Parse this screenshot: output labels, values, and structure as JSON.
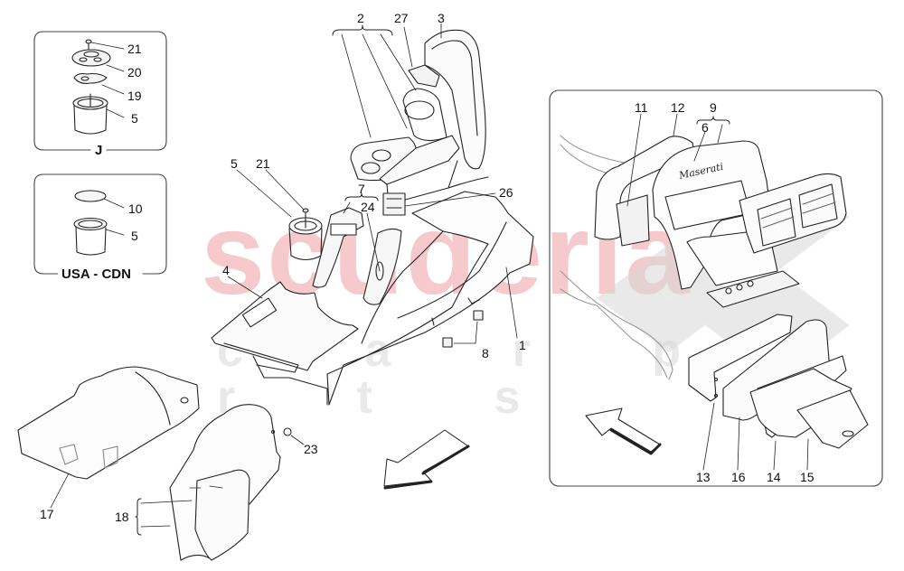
{
  "diagram": {
    "type": "exploded parts diagram",
    "subject": "center console and rear accessories",
    "watermark": {
      "main": "scuderia",
      "sub": "c a r p a r t s",
      "main_color": "#f6c9cc",
      "sub_color": "#e9e9e9"
    },
    "insets": [
      {
        "id": "J",
        "title": "J",
        "labels": [
          "21",
          "20",
          "19",
          "5"
        ]
      },
      {
        "id": "USA-CDN",
        "title": "USA - CDN",
        "labels": [
          "10",
          "5"
        ]
      },
      {
        "id": "rear-vent",
        "title": "",
        "labels": [
          "11",
          "12",
          "9",
          "6",
          "13",
          "16",
          "14",
          "15"
        ]
      }
    ],
    "labels": {
      "l2": "2",
      "l27": "27",
      "l3": "3",
      "l5": "5",
      "l21": "21",
      "l7": "7",
      "l24": "24",
      "l26": "26",
      "l4": "4",
      "l8": "8",
      "l1": "1",
      "l17": "17",
      "l18": "18",
      "l23": "23",
      "j21": "21",
      "j20": "20",
      "j19": "19",
      "j5": "5",
      "j_title": "J",
      "u10": "10",
      "u5": "5",
      "u_title": "USA - CDN",
      "r11": "11",
      "r12": "12",
      "r9": "9",
      "r6": "6",
      "r13": "13",
      "r16": "16",
      "r14": "14",
      "r15": "15"
    },
    "logo_text": "Maserati"
  }
}
